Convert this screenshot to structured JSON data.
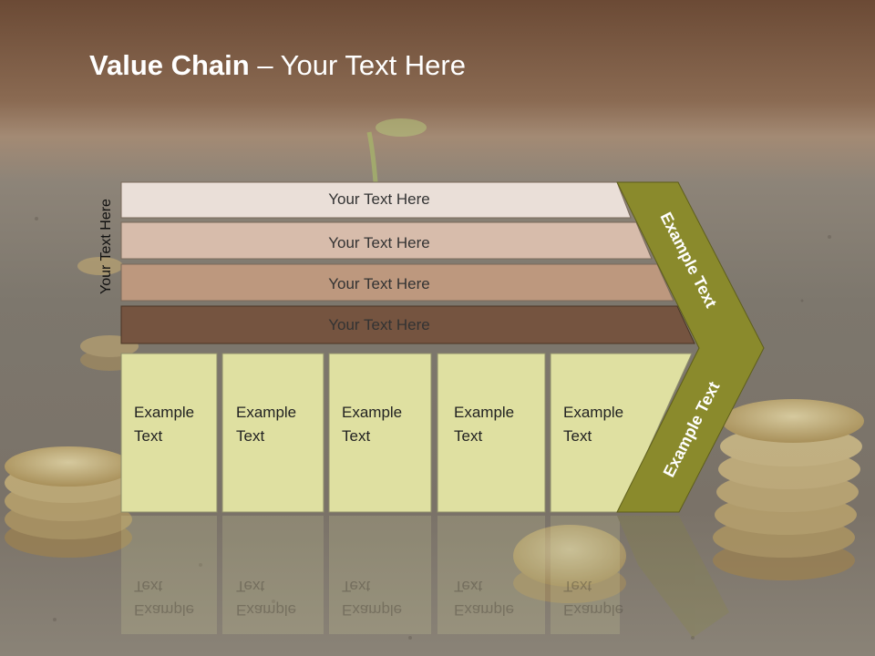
{
  "slide": {
    "title_bold": "Value Chain",
    "title_rest": " – Your Text Here",
    "vertical_label": "Your Text Here",
    "bars": [
      {
        "label": "Your Text Here"
      },
      {
        "label": "Your Text Here"
      },
      {
        "label": "Your Text Here"
      },
      {
        "label": "Your Text Here"
      }
    ],
    "columns": [
      {
        "label": "Example\nText"
      },
      {
        "label": "Example\nText"
      },
      {
        "label": "Example\nText"
      },
      {
        "label": "Example\nText"
      },
      {
        "label": "Example\nText"
      }
    ],
    "chevron_top": "Example Text",
    "chevron_bottom": "Example Text"
  },
  "colors": {
    "bar1": "#eadfd8",
    "bar2": "#d7bcab",
    "bar3": "#bd987e",
    "bar4": "#755440",
    "column": "#dfe0a1",
    "chevron": "#8a8a2c"
  }
}
